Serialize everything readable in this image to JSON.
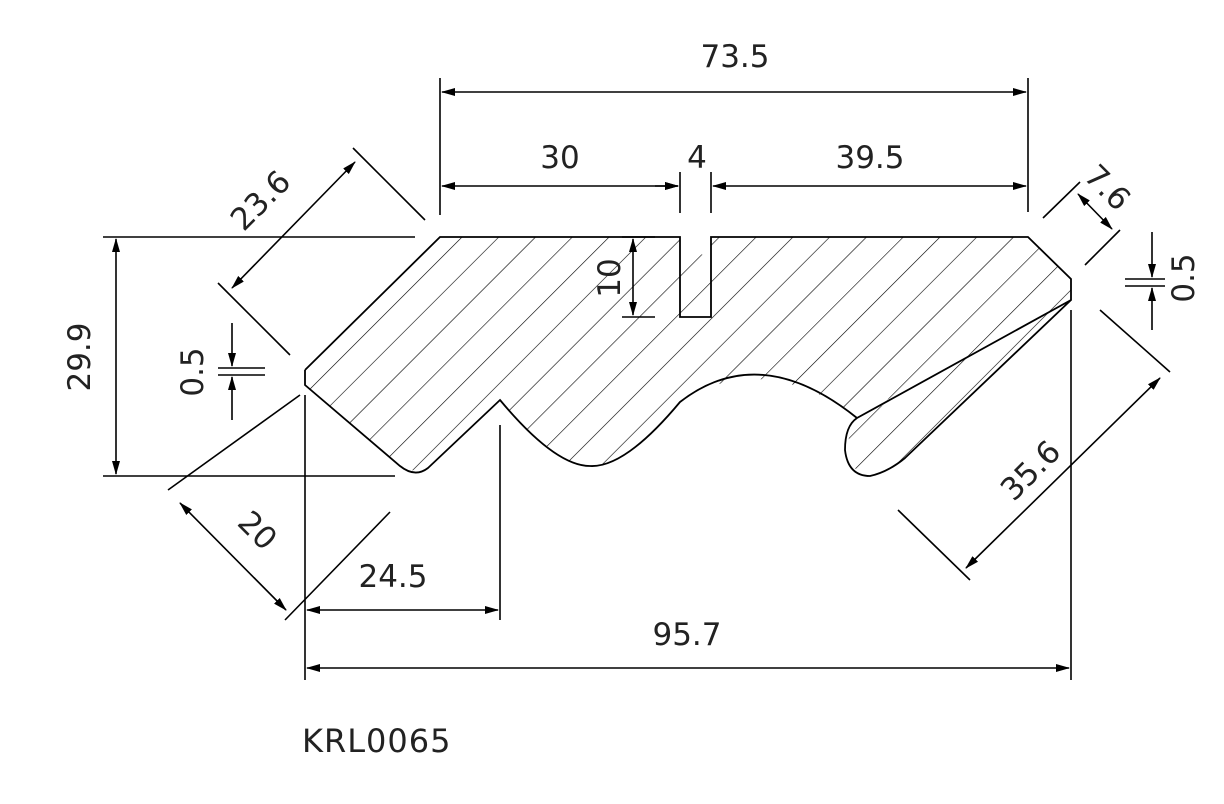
{
  "part_code": "KRL0065",
  "dimensions": {
    "top_total": "73.5",
    "top_left": "30",
    "groove_width": "4",
    "top_right": "39.5",
    "groove_depth": "10",
    "left_bevel": "23.6",
    "right_chamfer": "7.6",
    "left_step": "0.5",
    "right_step": "0.5",
    "height": "29.9",
    "lower_bevel": "20",
    "lower_left": "24.5",
    "total_width": "95.7",
    "right_slope": "35.6"
  }
}
